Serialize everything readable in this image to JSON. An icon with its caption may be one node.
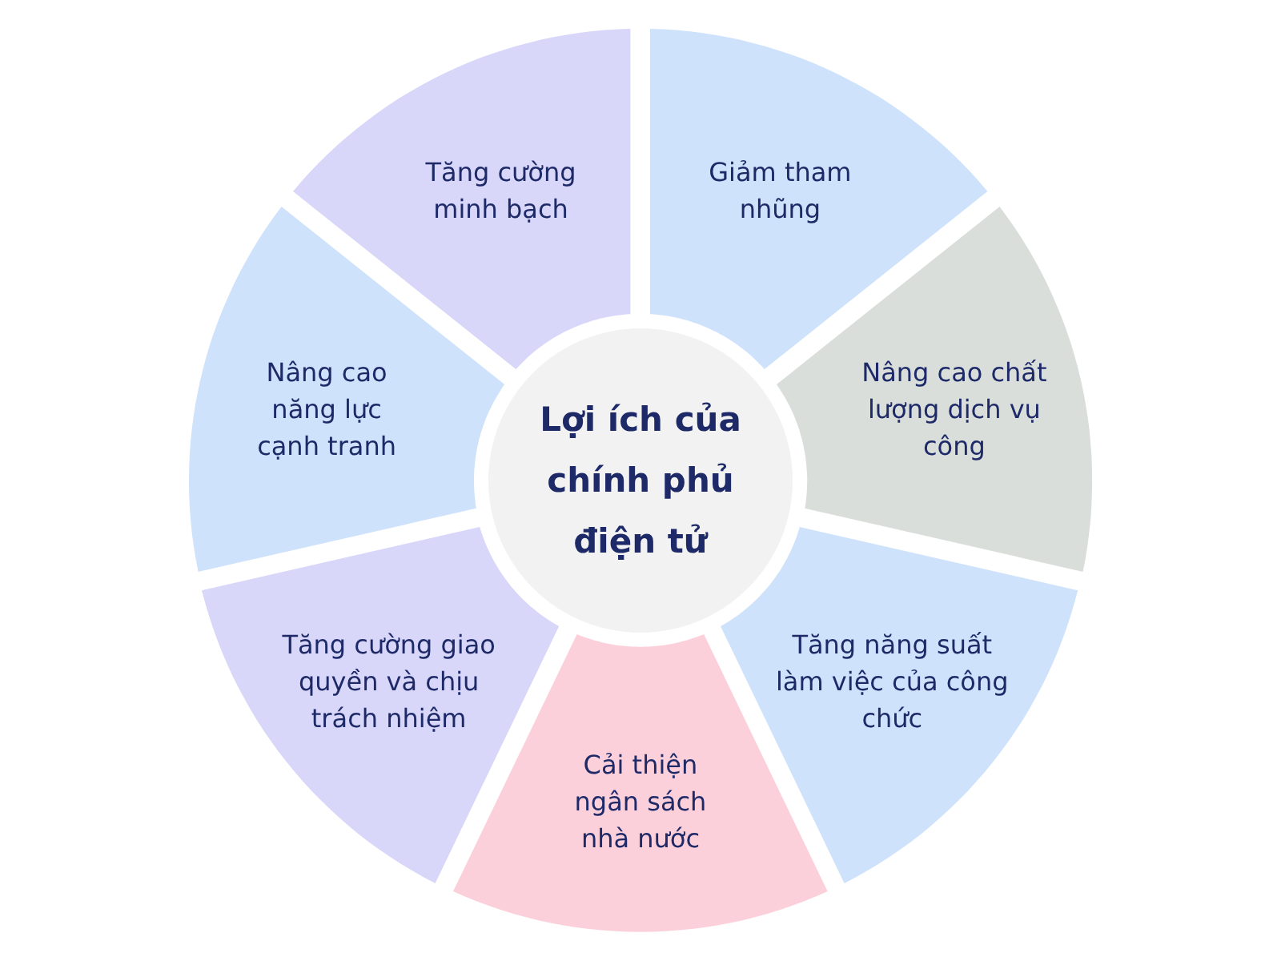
{
  "diagram": {
    "nodes": [
      {
        "text": [
          "Lợi ích của chính phủ điện tử"
        ]
      },
      {
        "text": [
          "Giảm tham nhũng"
        ]
      },
      {
        "text": [
          "Nâng cao chất lượng dịch vụ công"
        ]
      },
      {
        "text": [
          "Tăng năng suất làm việc của công chức"
        ]
      },
      {
        "text": [
          "Cải thiện ngân sách nhà nước"
        ]
      },
      {
        "text": [
          "Tăng cường giao quyền và chịu trách nhiệm"
        ]
      },
      {
        "text": [
          "Nâng cao năng lực cạnh tranh"
        ]
      },
      {
        "text": [
          "Tăng cường minh bạch"
        ]
      }
    ]
  }
}
